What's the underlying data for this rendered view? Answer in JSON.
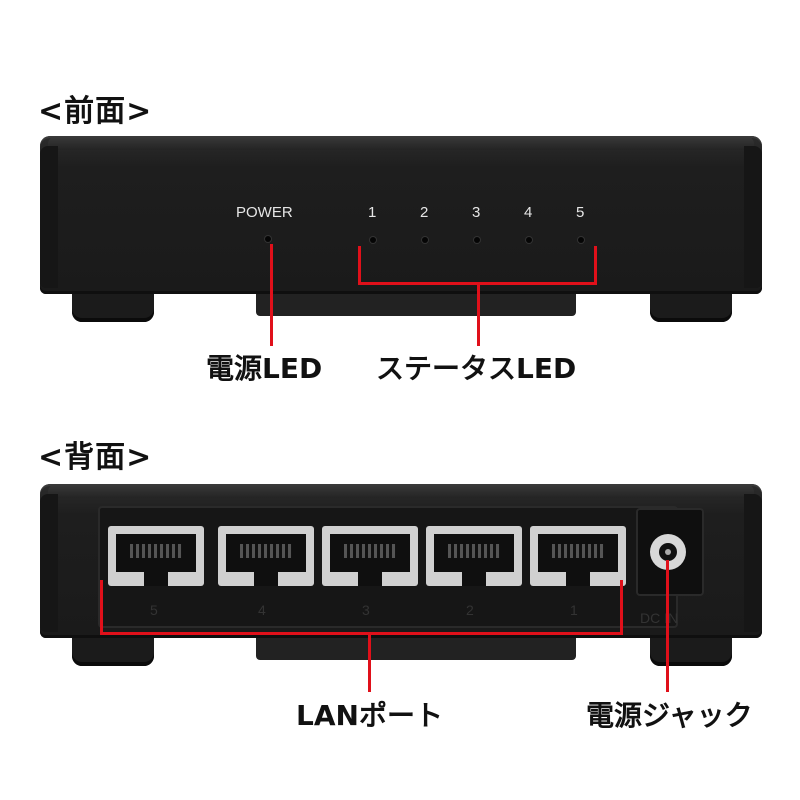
{
  "front": {
    "title": "<前面>",
    "power_label": "POWER",
    "status_numbers": [
      "1",
      "2",
      "3",
      "4",
      "5"
    ],
    "callout_power": "電源LED",
    "callout_status": "ステータスLED"
  },
  "back": {
    "title": "<背面>",
    "port_numbers": [
      "5",
      "4",
      "3",
      "2",
      "1"
    ],
    "dc_label": "DC IN",
    "callout_lan": "LANポート",
    "callout_power_jack": "電源ジャック"
  },
  "colors": {
    "annotation": "#e0101a",
    "device_body": "#1e1e1e"
  }
}
